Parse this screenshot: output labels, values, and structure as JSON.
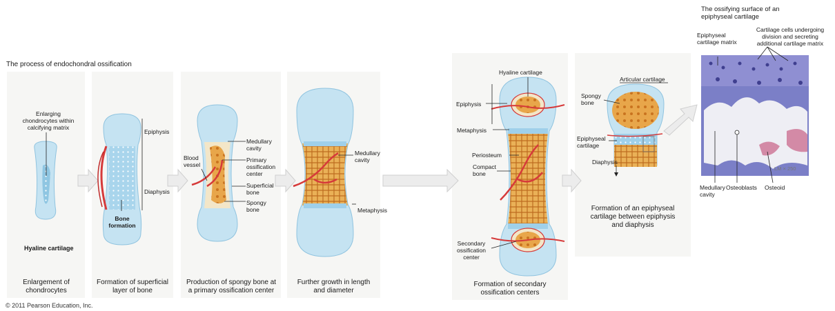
{
  "title": "The process of endochondral ossification",
  "copyright": "© 2011 Pearson Education, Inc.",
  "stages": [
    {
      "caption": "Enlargement of\nchondrocytes"
    },
    {
      "caption": "Formation of superficial\nlayer of bone"
    },
    {
      "caption": "Production of spongy bone at\na primary ossification center"
    },
    {
      "caption": "Further growth in length\nand diameter"
    },
    {
      "caption": "Formation of secondary\nossification centers"
    },
    {
      "caption": "Formation of an epiphyseal\ncartilage between epiphysis\nand diaphysis"
    }
  ],
  "labels": {
    "enlarging": "Enlarging\nchondrocytes within\ncalcifying matrix",
    "hyaline_cartilage_1": "Hyaline cartilage",
    "epiphysis_2": "Epiphysis",
    "diaphysis_2": "Diaphysis",
    "bone_formation": "Bone\nformation",
    "blood_vessel": "Blood\nvessel",
    "medullary_cavity_3": "Medullary\ncavity",
    "primary_ossification": "Primary\nossification\ncenter",
    "superficial_bone": "Superficial\nbone",
    "spongy_bone_3": "Spongy\nbone",
    "medullary_cavity_4": "Medullary\ncavity",
    "metaphysis_4": "Metaphysis",
    "hyaline_cartilage_5": "Hyaline cartilage",
    "epiphysis_5": "Epiphysis",
    "metaphysis_5": "Metaphysis",
    "periosteum": "Periosteum",
    "compact_bone": "Compact\nbone",
    "secondary_ossification": "Secondary\nossification\ncenter",
    "articular_cartilage": "Articular cartilage",
    "spongy_bone_6": "Spongy\nbone",
    "epiphyseal_cartilage": "Epiphyseal\ncartilage",
    "diaphysis_6": "Diaphysis"
  },
  "micrograph": {
    "title": "The ossifying surface of an\nepiphyseal cartilage",
    "epiphyseal_matrix": "Epiphyseal\ncartilage matrix",
    "cartilage_cells": "Cartilage cells undergoing\ndivision and secreting\nadditional cartilage matrix",
    "medullary_cavity": "Medullary\ncavity",
    "osteoblasts": "Osteoblasts",
    "osteoid": "Osteoid",
    "magnification": "LM × 250"
  },
  "colors": {
    "cartilage": "#c5e3f2",
    "cartilage_edge": "#8fc3df",
    "bone": "#e8a64a",
    "bone_dark": "#c57a22",
    "vessel": "#d63a3a",
    "panel": "#f6f6f4",
    "arrow": "#d9d9d9",
    "stain_purple": "#7b7fc7"
  }
}
